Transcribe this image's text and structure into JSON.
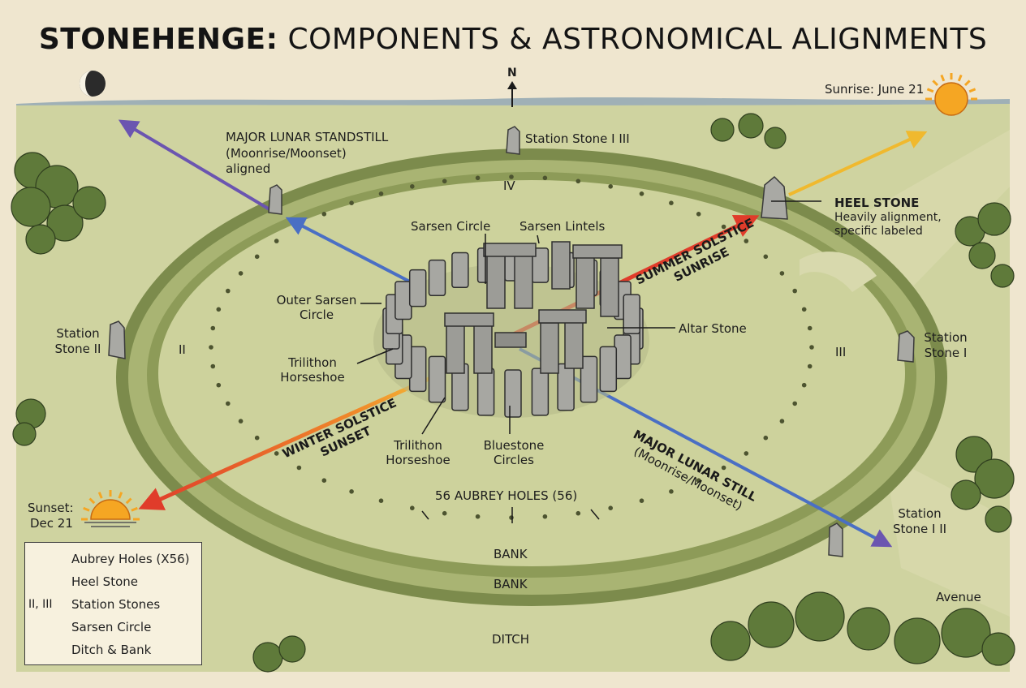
{
  "title": {
    "bold": "STONEHENGE:",
    "rest": " COMPONENTS & ASTRONOMICAL ALIGNMENTS"
  },
  "compass": {
    "label": "N"
  },
  "sunrise_label": "Sunrise: June 21",
  "sunset_label": {
    "line1": "Sunset:",
    "line2": "Dec 21"
  },
  "labels": {
    "major_lunar_standstill": {
      "line1": "MAJOR LUNAR STANDSTILL",
      "line2": "(Moonrise/Moonset)",
      "line3": "aligned"
    },
    "station_stone_top": "Station Stone I III",
    "heel_stone": {
      "title": "HEEL STONE",
      "line2": "Heavily alignment,",
      "line3": "specific labeled"
    },
    "sarsen_circle": "Sarsen Circle",
    "sarsen_lintels": "Sarsen Lintels",
    "outer_sarsen_circle": {
      "line1": "Outer Sarsen",
      "line2": "Circle"
    },
    "trilithon_horseshoe_left": {
      "line1": "Trilithon",
      "line2": "Horseshoe"
    },
    "altar_stone": "Altar Stone",
    "trilithon_horseshoe_bottom": {
      "line1": "Trilithon",
      "line2": "Horseshoe"
    },
    "bluestone_circles": {
      "line1": "Bluestone",
      "line2": "Circles"
    },
    "station_stone_left": {
      "line1": "Station",
      "line2": "Stone II"
    },
    "station_stone_right": {
      "line1": "Station",
      "line2": "Stone I"
    },
    "station_stone_bottom_right": {
      "line1": "Station",
      "line2": "Stone I II"
    },
    "roman_iv": "IV",
    "roman_ii": "II",
    "roman_iii": "III",
    "aubrey_holes": "56 AUBREY HOLES (56)",
    "bank_1": "BANK",
    "bank_2": "BANK",
    "ditch": "DITCH",
    "avenue": "Avenue",
    "summer_solstice": {
      "line1": "SUMMER SOLSTICE",
      "line2": "SUNRISE"
    },
    "winter_solstice": {
      "line1": "WINTER SOLSTICE",
      "line2": "SUNSET"
    },
    "major_lunar_still": {
      "line1": "MAJOR LUNAR STILL",
      "line2": "(Moonrise/Moonset)"
    }
  },
  "legend": [
    {
      "symbol": "•",
      "label": "Aubrey Holes (X56)",
      "icon": "aubrey-hole-icon"
    },
    {
      "symbol": "",
      "label": "Heel Stone",
      "icon": "heel-stone-icon"
    },
    {
      "symbol": "II, III",
      "label": "Station Stones",
      "icon": "station-stones-symbol"
    },
    {
      "symbol": "",
      "label": "Sarsen Circle",
      "icon": "sarsen-circle-icon"
    },
    {
      "symbol": "",
      "label": "Ditch & Bank",
      "icon": "ditch-bank-icon"
    }
  ],
  "colors": {
    "background": "#efe6cf",
    "grass": "#c9cf9a",
    "grass_dark": "#8e9b5f",
    "ditch": "#6f7f45",
    "stone": "#a9a9a4",
    "summer_arrow": "#e2492f",
    "winter_arrow": "#e8562e",
    "lunar_arrow": "#7a5fb8",
    "blue_arrow": "#4a6fc4",
    "sunrise_arrow": "#f2c23a",
    "sun": "#f5a623"
  }
}
